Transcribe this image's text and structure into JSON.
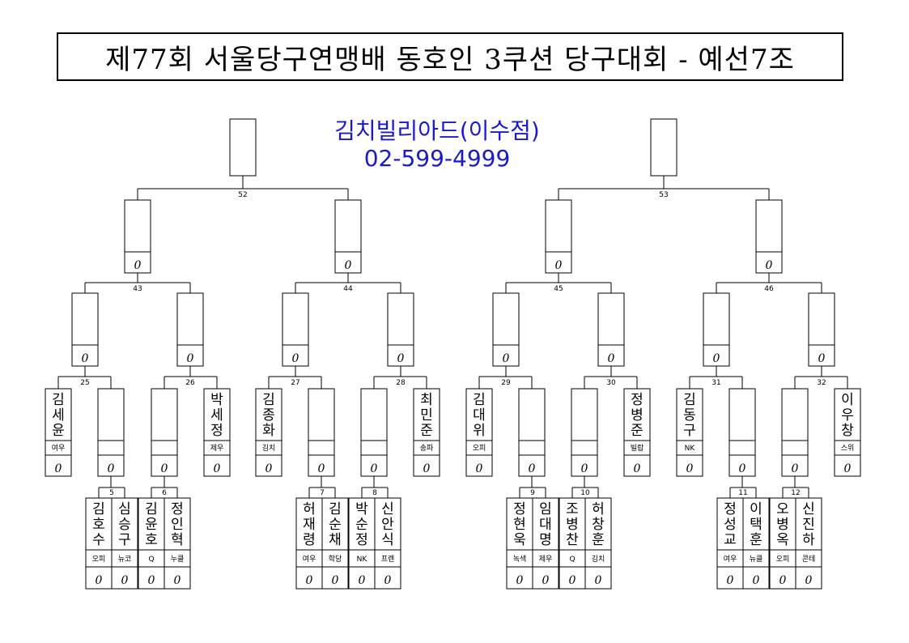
{
  "title": "제77회 서울당구연맹배 동호인 3쿠션 당구대회 - 예선7조",
  "sponsor": {
    "name": "김치빌리아드(이수점)",
    "phone": "02-599-4999"
  },
  "score_mark": "0",
  "match_labels": {
    "m52": "52",
    "m53": "53",
    "m43": "43",
    "m44": "44",
    "m45": "45",
    "m46": "46",
    "m25": "25",
    "m26": "26",
    "m27": "27",
    "m28": "28",
    "m29": "29",
    "m30": "30",
    "m31": "31",
    "m32": "32",
    "m5": "5",
    "m6": "6",
    "m7": "7",
    "m8": "8",
    "m9": "9",
    "m10": "10",
    "m11": "11",
    "m12": "12"
  },
  "seeded_players": [
    {
      "name": "김세윤",
      "club": "여우"
    },
    {
      "name": "박세정",
      "club": "제우"
    },
    {
      "name": "김종화",
      "club": "김치"
    },
    {
      "name": "최민준",
      "club": "송파"
    },
    {
      "name": "김대위",
      "club": "오피"
    },
    {
      "name": "정병준",
      "club": "빌랍"
    },
    {
      "name": "김동구",
      "club": "NK"
    },
    {
      "name": "이우창",
      "club": "스위"
    }
  ],
  "first_round_players": [
    {
      "name": "김호수",
      "club": "오피"
    },
    {
      "name": "심승구",
      "club": "뉴코"
    },
    {
      "name": "김윤호",
      "club": "Q"
    },
    {
      "name": "정인혁",
      "club": "누클"
    },
    {
      "name": "허재령",
      "club": "여우"
    },
    {
      "name": "김순채",
      "club": "학당"
    },
    {
      "name": "박순정",
      "club": "NK"
    },
    {
      "name": "신안식",
      "club": "프렌"
    },
    {
      "name": "정현욱",
      "club": "녹색"
    },
    {
      "name": "임대명",
      "club": "제우"
    },
    {
      "name": "조병찬",
      "club": "Q"
    },
    {
      "name": "허창훈",
      "club": "김치"
    },
    {
      "name": "정성교",
      "club": "여우"
    },
    {
      "name": "이택훈",
      "club": "뉴클"
    },
    {
      "name": "오병옥",
      "club": "오피"
    },
    {
      "name": "신진하",
      "club": "콘테"
    }
  ]
}
